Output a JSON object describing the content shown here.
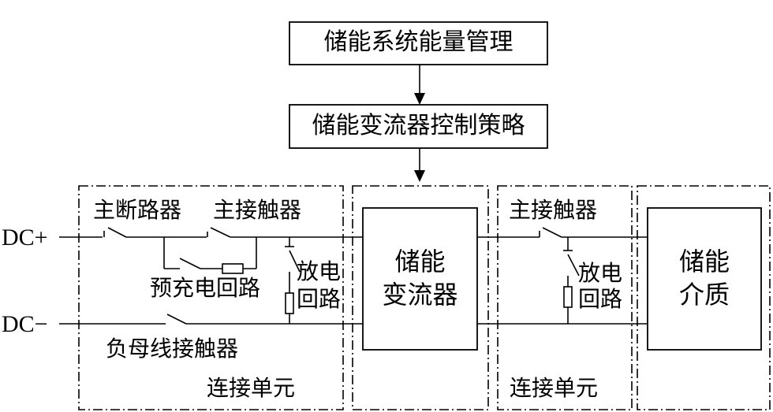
{
  "top_boxes": {
    "energy_management": "储能系统能量管理",
    "pcs_control": "储能变流器控制策略"
  },
  "dc_labels": {
    "positive": "DC+",
    "negative": "DC−"
  },
  "left_unit": {
    "main_breaker": "主断路器",
    "main_contactor": "主接触器",
    "precharge_circuit": "预充电回路",
    "discharge_circuit": [
      "放电",
      "回路"
    ],
    "negative_bus_contactor": "负母线接触器",
    "unit_label": "连接单元"
  },
  "converter": {
    "label": [
      "储能",
      "变流器"
    ]
  },
  "right_unit": {
    "main_contactor": "主接触器",
    "discharge_circuit": [
      "放电",
      "回路"
    ],
    "unit_label": "连接单元"
  },
  "storage_medium": {
    "label": [
      "储能",
      "介质"
    ]
  }
}
